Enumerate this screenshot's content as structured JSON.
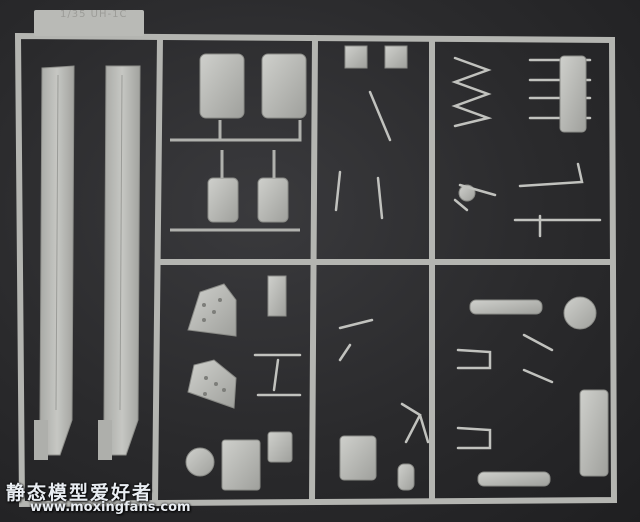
{
  "photo": {
    "subject": "scale-model-sprue",
    "background_color": "#2b2b2d",
    "plastic_color": "#b7b8b4"
  },
  "sprue_tag": {
    "text": "1/35 UH-1C"
  },
  "watermark": {
    "chinese": "静态模型爱好者",
    "url": "www.moxingfans.com"
  }
}
